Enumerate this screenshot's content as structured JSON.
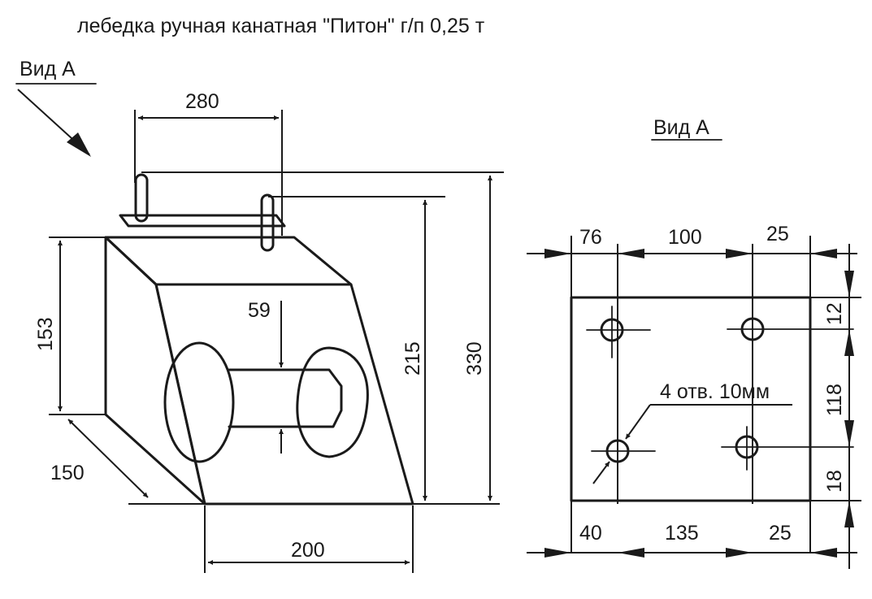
{
  "title": "лебедка ручная канатная \"Питон\" г/п  0,25 т",
  "view_label_left": "Вид А",
  "view_label_right": "Вид А",
  "dims": {
    "d280": "280",
    "d153": "153",
    "d59": "59",
    "d215": "215",
    "d330": "330",
    "d150": "150",
    "d200": "200",
    "d76": "76",
    "d100": "100",
    "d25_top": "25",
    "d12": "12",
    "d118": "118",
    "d18": "18",
    "d40": "40",
    "d135": "135",
    "d25_bottom": "25"
  },
  "holes_note": "4 отв. 10мм"
}
